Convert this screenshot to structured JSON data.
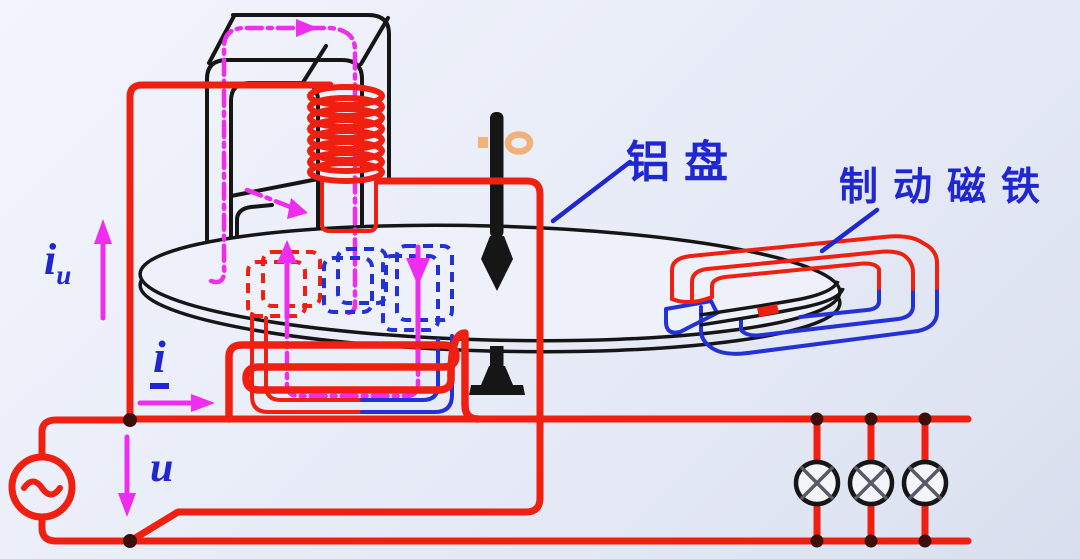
{
  "diagram": {
    "title_hidden": "",
    "labels": {
      "aluminum_disc": "铝盘",
      "braking_magnet": "制动磁铁",
      "voltage_coil_current_base": "i",
      "voltage_coil_current_sub": "u",
      "line_current": "i",
      "supply_voltage": "u"
    },
    "icons": {
      "ac_source_symbol": "~",
      "lamp_symbol": "circle-with-cross"
    },
    "lamps": {
      "count": 3
    },
    "colors": {
      "wire_red": "#ef2011",
      "flux_magenta": "#ee2dee",
      "core_blue": "#2431d6",
      "label_blue": "#2026d0",
      "line_black": "#161616",
      "shaft_ring_tan": "#eeb27a",
      "lamp_x_gray": "#5a5a66",
      "junction_dark": "#3c0f0a",
      "disc_fill": "#eef1fa"
    }
  }
}
